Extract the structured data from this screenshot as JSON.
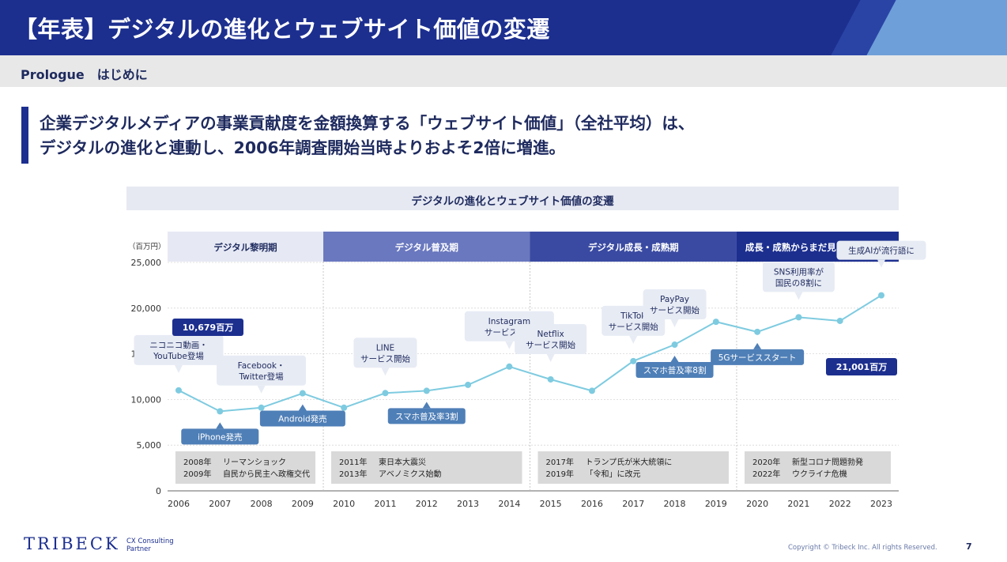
{
  "header": {
    "title": "【年表】デジタルの進化とウェブサイト価値の変遷"
  },
  "subheader": {
    "label": "Prologue　はじめに"
  },
  "lead": {
    "line1": "企業デジタルメディアの事業貢献度を金額換算する「ウェブサイト価値」（全社平均）は、",
    "line2": "デジタルの進化と連動し、2006年調査開始当時よりおよそ2倍に増進。"
  },
  "chart_data": {
    "type": "line",
    "title": "デジタルの進化とウェブサイト価値の変遷",
    "unit_label": "（百万円）",
    "x": [
      2006,
      2007,
      2008,
      2009,
      2010,
      2011,
      2012,
      2013,
      2014,
      2015,
      2016,
      2017,
      2018,
      2019,
      2020,
      2021,
      2022,
      2023
    ],
    "values": [
      11000,
      8700,
      9100,
      10679,
      9100,
      10700,
      10950,
      11600,
      13600,
      12200,
      10950,
      14200,
      16000,
      18500,
      17400,
      19000,
      18600,
      21400
    ],
    "ylim": [
      0,
      25000
    ],
    "yticks": [
      "0",
      "5,000",
      "10,000",
      "15,000",
      "20,000",
      "25,000"
    ],
    "line_color": "#7ecbe0",
    "phases": [
      {
        "label": "デジタル黎明期",
        "start": 2006,
        "end": 2009,
        "color": "#e6e9f4",
        "text_color": "#1e2a5e"
      },
      {
        "label": "デジタル普及期",
        "start": 2010,
        "end": 2014,
        "color": "#6a78bf",
        "text_color": "#ffffff"
      },
      {
        "label": "デジタル成長・成熟期",
        "start": 2015,
        "end": 2019,
        "color": "#3a4aa2",
        "text_color": "#ffffff"
      },
      {
        "label": "成長・成熟からまだ見ぬフェーズへ",
        "start": 2020,
        "end": 2023,
        "color": "#1c2f8f",
        "text_color": "#ffffff"
      }
    ],
    "value_labels": [
      {
        "year": 2006,
        "text": "10,679百万"
      },
      {
        "year": 2023,
        "text": "21,001百万"
      }
    ],
    "annotations_above": [
      {
        "year": 2006,
        "text": "ニコニコ動画・\nYouTube登場"
      },
      {
        "year": 2008,
        "text": "Facebook・\nTwitter登場"
      },
      {
        "year": 2011,
        "text": "LINE\nサービス開始"
      },
      {
        "year": 2014,
        "text": "Instagram\nサービス開始"
      },
      {
        "year": 2015,
        "text": "Netflix\nサービス開始"
      },
      {
        "year": 2017,
        "text": "TikTok\nサービス開始"
      },
      {
        "year": 2018,
        "text": "PayPay\nサービス開始"
      },
      {
        "year": 2021,
        "text": "SNS利用率が\n国民の8割に"
      },
      {
        "year": 2023,
        "text": "生成AIが流行語に"
      }
    ],
    "annotations_below": [
      {
        "year": 2007,
        "text": "iPhone発売"
      },
      {
        "year": 2009,
        "text": "Android発売"
      },
      {
        "year": 2012,
        "text": "スマホ普及率3割"
      },
      {
        "year": 2018,
        "text": "スマホ普及率8割"
      },
      {
        "year": 2020,
        "text": "5Gサービススタート"
      }
    ],
    "events": [
      {
        "phase": 0,
        "lines": [
          [
            "2008年",
            "リーマンショック"
          ],
          [
            "2009年",
            "自民から民主へ政権交代"
          ]
        ]
      },
      {
        "phase": 1,
        "lines": [
          [
            "2011年",
            "東日本大震災"
          ],
          [
            "2013年",
            "アベノミクス始動"
          ]
        ]
      },
      {
        "phase": 2,
        "lines": [
          [
            "2017年",
            "トランプ氏が米大統領に"
          ],
          [
            "2019年",
            "「令和」に改元"
          ]
        ]
      },
      {
        "phase": 3,
        "lines": [
          [
            "2020年",
            "新型コロナ問題勃発"
          ],
          [
            "2022年",
            "ウクライナ危機"
          ]
        ]
      }
    ]
  },
  "footer": {
    "logo": "TRIBECK",
    "tagline": "CX Consulting\nPartner",
    "copyright": "Copyright © Tribeck Inc. All rights Reserved.",
    "page_number": "7"
  }
}
